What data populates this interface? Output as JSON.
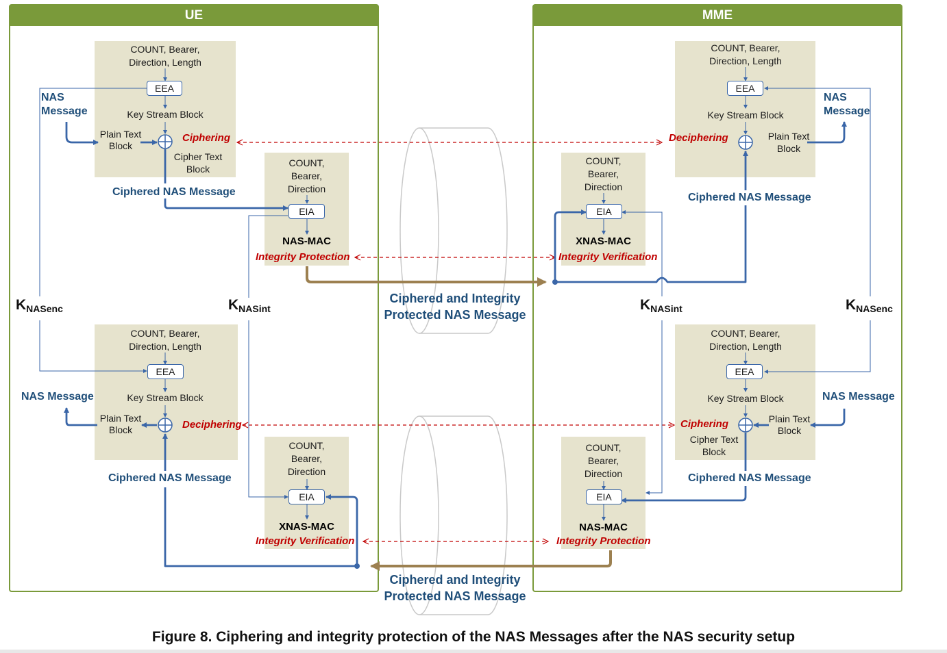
{
  "ue": {
    "title": "UE",
    "cipher_box": {
      "inputs": "COUNT, Bearer,\nDirection, Length",
      "alg": "EEA",
      "keystream": "Key Stream Block",
      "plain": "Plain Text\nBlock",
      "cipher": "Cipher Text\nBlock",
      "op": "Ciphering"
    },
    "nas_message_top": "NAS\nMessage",
    "ciphered_top": "Ciphered NAS Message",
    "int_box": {
      "inputs": "COUNT,\nBearer,\nDirection",
      "alg": "EIA",
      "mac": "NAS-MAC",
      "op": "Integrity Protection"
    },
    "key_enc": "K",
    "key_enc_sub": "NASenc",
    "key_int": "K",
    "key_int_sub": "NASint",
    "decipher_box": {
      "inputs": "COUNT, Bearer,\nDirection, Length",
      "alg": "EEA",
      "keystream": "Key Stream Block",
      "plain": "Plain Text\nBlock",
      "op": "Deciphering"
    },
    "nas_message_bottom": "NAS Message",
    "ciphered_bottom": "Ciphered NAS Message",
    "verify_box": {
      "inputs": "COUNT,\nBearer,\nDirection",
      "alg": "EIA",
      "mac": "XNAS-MAC",
      "op": "Integrity Verification"
    }
  },
  "mme": {
    "title": "MME",
    "decipher_box": {
      "inputs": "COUNT, Bearer,\nDirection, Length",
      "alg": "EEA",
      "keystream": "Key Stream Block",
      "plain": "Plain Text\nBlock",
      "op": "Deciphering"
    },
    "nas_message_top": "NAS\nMessage",
    "ciphered_top": "Ciphered NAS Message",
    "verify_box": {
      "inputs": "COUNT,\nBearer,\nDirection",
      "alg": "EIA",
      "mac": "XNAS-MAC",
      "op": "Integrity Verification"
    },
    "key_int": "K",
    "key_int_sub": "NASint",
    "key_enc": "K",
    "key_enc_sub": "NASenc",
    "cipher_box": {
      "inputs": "COUNT, Bearer,\nDirection, Length",
      "alg": "EEA",
      "keystream": "Key Stream Block",
      "plain": "Plain Text\nBlock",
      "cipher": "Cipher Text\nBlock",
      "op": "Ciphering"
    },
    "nas_message_bottom": "NAS Message",
    "ciphered_bottom": "Ciphered NAS Message",
    "int_box": {
      "inputs": "COUNT,\nBearer,\nDirection",
      "alg": "EIA",
      "mac": "NAS-MAC",
      "op": "Integrity Protection"
    }
  },
  "channel_top": "Ciphered and Integrity\nProtected NAS Message",
  "channel_bottom": "Ciphered and Integrity\nProtected NAS Message",
  "caption": "Figure 8. Ciphering and integrity protection of the NAS Messages after the NAS security setup",
  "colors": {
    "panel": "#7a9a3a",
    "box": "#e6e3cd",
    "line": "#3a66a8",
    "brown": "#9c8050",
    "red": "#c00000",
    "blue_text": "#1f4e79"
  }
}
